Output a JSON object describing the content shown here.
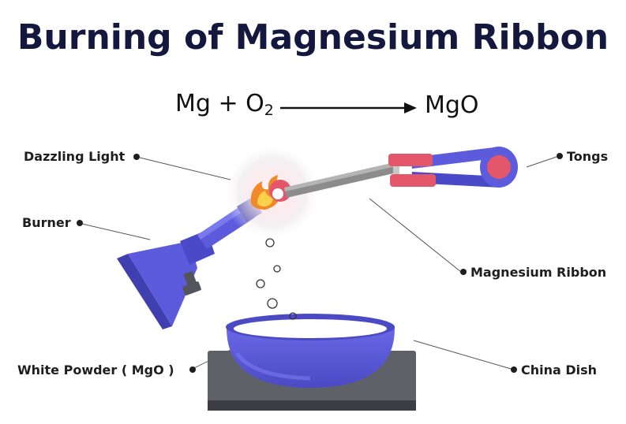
{
  "title": "Burning of Magnesium Ribbon",
  "equation": {
    "reactant_1": "Mg",
    "plus": "+",
    "reactant_2": "O",
    "reactant_2_subscript": "2",
    "product": "MgO"
  },
  "labels": {
    "dazzling_light": "Dazzling Light",
    "burner": "Burner",
    "white_powder": "White Powder ( MgO )",
    "tongs": "Tongs",
    "magnesium_ribbon": "Magnesium Ribbon",
    "china_dish": "China Dish"
  },
  "colors": {
    "title": "#14183e",
    "apparatus_blue": "#5b5bdc",
    "apparatus_dark": "#3f3fb0",
    "tongs_red": "#e4566a",
    "stand_gray": "#5f6168",
    "ribbon_gray": "#8c8c8c",
    "flame_orange": "#f0892a"
  }
}
